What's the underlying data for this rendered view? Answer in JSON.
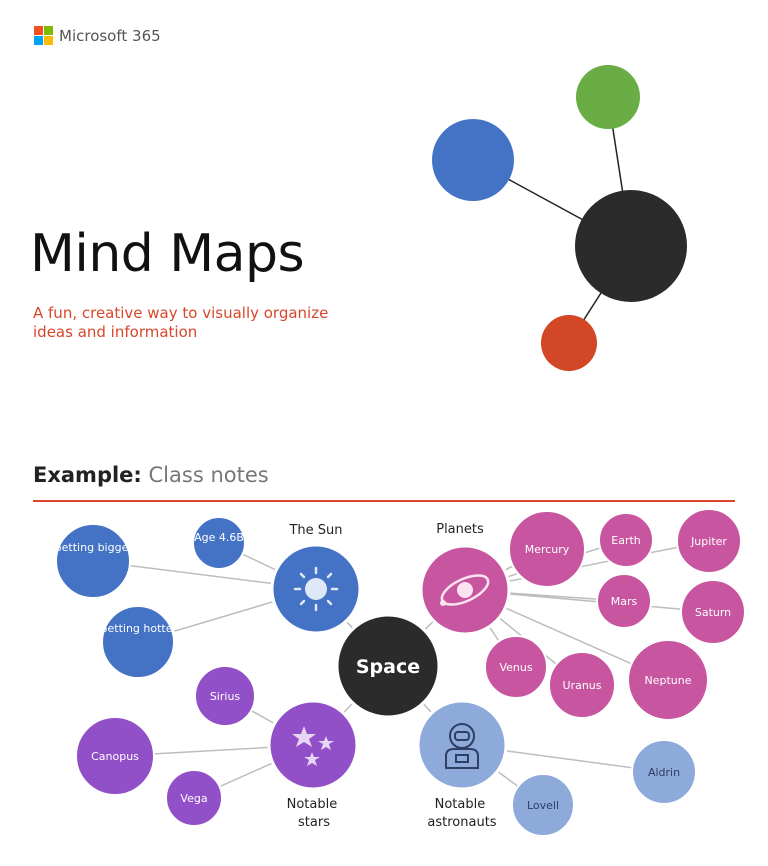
{
  "brand": {
    "name": "Microsoft 365",
    "logo_colors": [
      "#f25022",
      "#7fba00",
      "#00a4ef",
      "#ffb900"
    ]
  },
  "hero": {
    "title": "Mind Maps",
    "subtitle": "A fun, creative way to visually organize ideas and information"
  },
  "example": {
    "heading_label": "Example:",
    "heading_value": "Class notes"
  },
  "colors": {
    "accent": "#d9462a",
    "sun": "#4472c4",
    "planets": "#c8559f",
    "stars": "#9150c8",
    "astronauts": "#8eaadb",
    "center": "#2b2b2b",
    "hero_blue": "#4472c4",
    "hero_green": "#6aad45",
    "hero_red": "#d24726"
  },
  "mindmap": {
    "center": "Space",
    "groups": [
      {
        "label": "The Sun",
        "icon": "sun-icon",
        "children": [
          "Age 4.6B",
          "Getting bigger",
          "Getting hotter"
        ]
      },
      {
        "label": "Planets",
        "icon": "planet-orbit-icon",
        "children": [
          "Mercury",
          "Earth",
          "Jupiter",
          "Mars",
          "Saturn",
          "Venus",
          "Uranus",
          "Neptune"
        ]
      },
      {
        "label": "Notable stars",
        "icon": "stars-icon",
        "children": [
          "Sirius",
          "Canopus",
          "Vega"
        ]
      },
      {
        "label": "Notable astronauts",
        "icon": "astronaut-icon",
        "children": [
          "Aldrin",
          "Lovell"
        ]
      }
    ]
  }
}
